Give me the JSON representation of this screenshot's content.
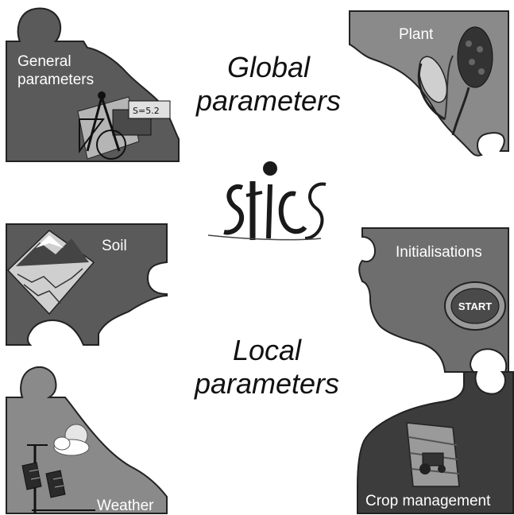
{
  "pieces": {
    "general_parameters": {
      "line1": "General",
      "line2": "parameters"
    },
    "plant": {
      "label": "Plant"
    },
    "soil": {
      "label": "Soil"
    },
    "initialisations": {
      "label": "Initialisations"
    },
    "weather": {
      "label": "Weather"
    },
    "crop_management": {
      "label": "Crop management"
    }
  },
  "start_button": {
    "label": "START"
  },
  "titles": {
    "global": {
      "line1": "Global",
      "line2": "parameters"
    },
    "local": {
      "line1": "Local",
      "line2": "parameters"
    }
  },
  "logo": {
    "text": "stics"
  },
  "colors": {
    "piece_fill": "#6e6e6e",
    "piece_dark": "#3c3c3c",
    "piece_light": "#8a8a8a",
    "text_dark": "#111111"
  }
}
